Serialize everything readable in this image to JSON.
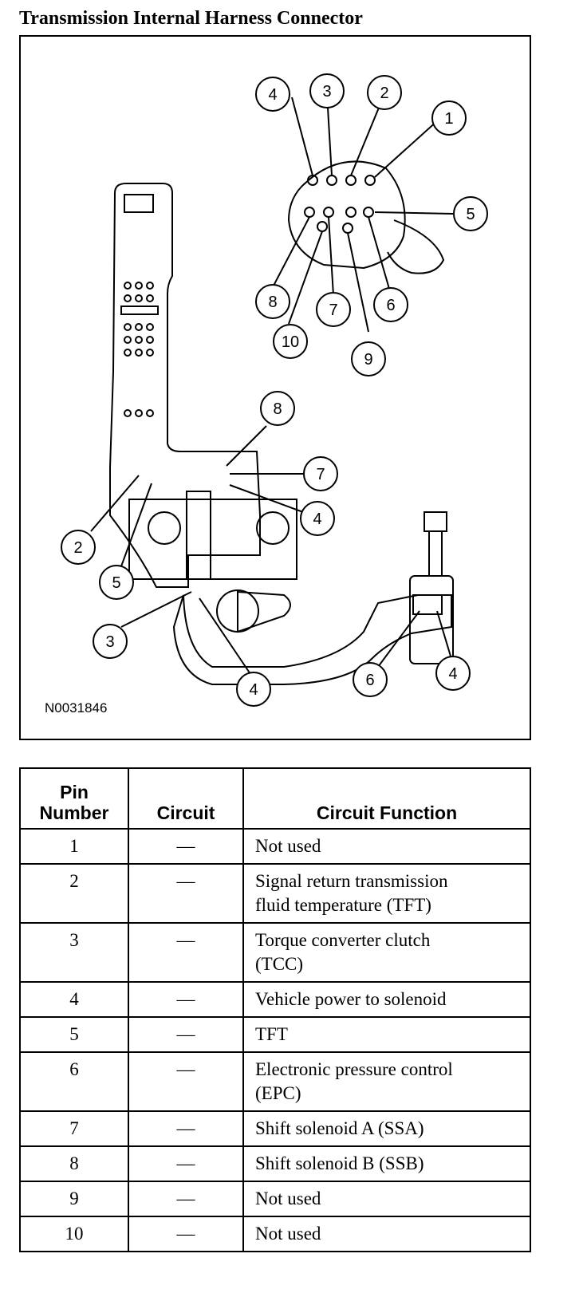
{
  "title": "Transmission Internal Harness Connector",
  "figure_id": "N0031846",
  "callouts": {
    "connector_top": [
      "4",
      "3",
      "2",
      "1"
    ],
    "connector_right": "5",
    "connector_bottom": [
      "8",
      "7",
      "6",
      "10",
      "9"
    ],
    "harness": [
      "8",
      "7",
      "4",
      "2",
      "5",
      "3",
      "4",
      "6",
      "4"
    ]
  },
  "table": {
    "headers": {
      "pin_line1": "Pin",
      "pin_line2": "Number",
      "circuit": "Circuit",
      "function": "Circuit Function"
    },
    "rows": [
      {
        "pin": "1",
        "circuit": "—",
        "function": [
          "Not used"
        ]
      },
      {
        "pin": "2",
        "circuit": "—",
        "function": [
          "Signal return transmission",
          "fluid temperature (TFT)"
        ]
      },
      {
        "pin": "3",
        "circuit": "—",
        "function": [
          "Torque converter clutch",
          "(TCC)"
        ]
      },
      {
        "pin": "4",
        "circuit": "—",
        "function": [
          "Vehicle power to solenoid"
        ]
      },
      {
        "pin": "5",
        "circuit": "—",
        "function": [
          "TFT"
        ]
      },
      {
        "pin": "6",
        "circuit": "—",
        "function": [
          "Electronic pressure control",
          "(EPC)"
        ]
      },
      {
        "pin": "7",
        "circuit": "—",
        "function": [
          "Shift solenoid A (SSA)"
        ]
      },
      {
        "pin": "8",
        "circuit": "—",
        "function": [
          "Shift solenoid B (SSB)"
        ]
      },
      {
        "pin": "9",
        "circuit": "—",
        "function": [
          "Not used"
        ]
      },
      {
        "pin": "10",
        "circuit": "—",
        "function": [
          "Not used"
        ]
      }
    ]
  }
}
